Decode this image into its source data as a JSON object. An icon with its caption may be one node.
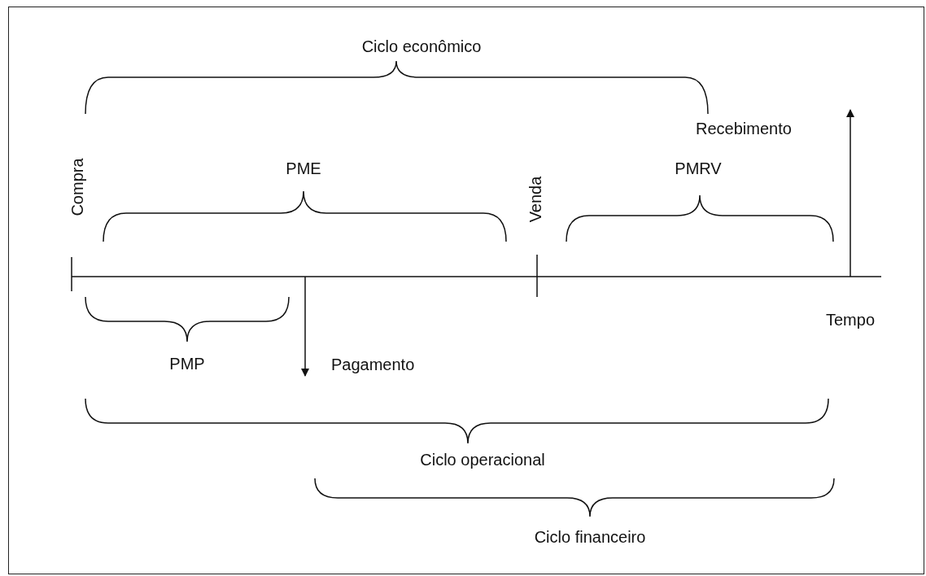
{
  "diagram": {
    "labels": [
      "Ciclo econômico",
      "Recebimento",
      "Compra",
      "PME",
      "Venda",
      "PMRV",
      "Tempo",
      "PMP",
      "Pagamento",
      "Ciclo operacional",
      "Ciclo financeiro"
    ]
  }
}
